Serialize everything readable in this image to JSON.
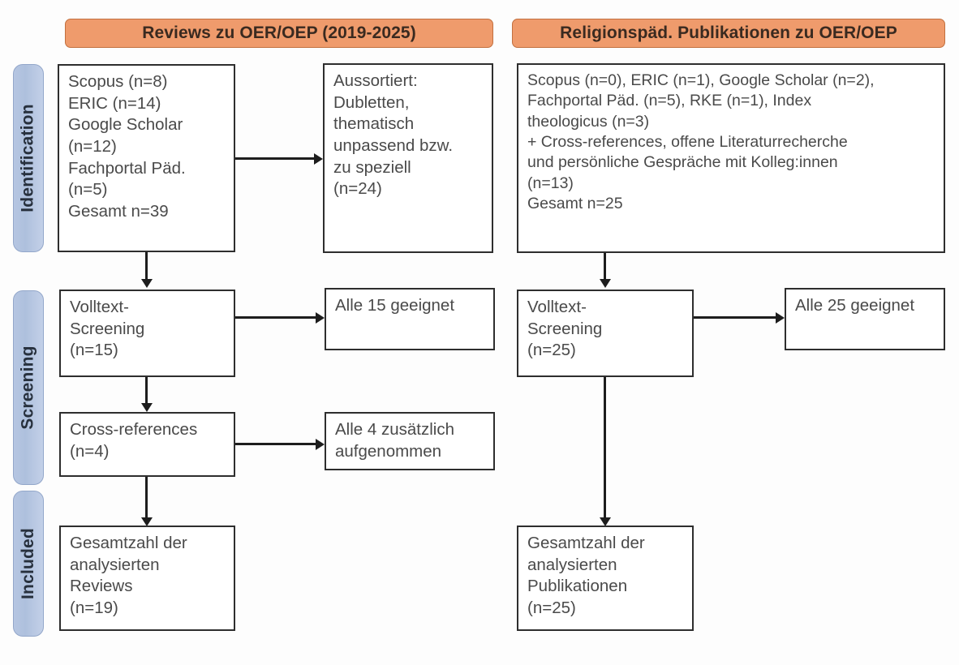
{
  "figure": {
    "type": "prisma-flow-diagram",
    "language": "de"
  },
  "phases": [
    {
      "id": "identification",
      "label": "Identification"
    },
    {
      "id": "screening",
      "label": "Screening"
    },
    {
      "id": "included",
      "label": "Included"
    }
  ],
  "columns": [
    {
      "id": "reviews",
      "header": "Reviews zu OER/OEP (2019-2025)"
    },
    {
      "id": "religionspaed",
      "header": "Religionspäd. Publikationen zu OER/OEP"
    }
  ],
  "boxes": {
    "left_identification_sources": "Scopus (n=8)\nERIC (n=14)\nGoogle Scholar\n(n=12)\nFachportal Päd.\n(n=5)\nGesamt n=39",
    "left_excluded": "Aussortiert:\nDubletten,\nthematisch\nunpassend bzw.\nzu speziell\n(n=24)",
    "left_fulltext_screening": "Volltext-\nScreening\n(n=15)",
    "left_fulltext_result": "Alle 15 geeignet",
    "left_cross_references": "Cross-references\n(n=4)",
    "left_cross_references_result": "Alle 4 zusätzlich\naufgenommen",
    "left_included_total": "Gesamtzahl der\nanalysierten\nReviews\n(n=19)",
    "right_identification_sources": "Scopus (n=0), ERIC (n=1), Google Scholar (n=2),\nFachportal Päd. (n=5), RKE (n=1), Index\ntheologicus (n=3)\n+ Cross-references, offene Literaturrecherche\nund persönliche Gespräche mit Kolleg:innen\n(n=13)\nGesamt n=25",
    "right_fulltext_screening": "Volltext-\nScreening\n(n=25)",
    "right_fulltext_result": "Alle 25 geeignet",
    "right_included_total": "Gesamtzahl der\nanalysierten\nPublikationen\n(n=25)"
  },
  "counts": {
    "left_scopus": 8,
    "left_eric": 14,
    "left_google_scholar": 12,
    "left_fachportal": 5,
    "left_total_identified": 39,
    "left_excluded": 24,
    "left_fulltext_screened": 15,
    "left_fulltext_eligible": 15,
    "left_cross_references": 4,
    "left_cross_references_added": 4,
    "left_included": 19,
    "right_scopus": 0,
    "right_eric": 1,
    "right_google_scholar": 2,
    "right_fachportal": 5,
    "right_rke": 1,
    "right_index_theologicus": 3,
    "right_other_sources": 13,
    "right_total_identified": 25,
    "right_fulltext_screened": 25,
    "right_fulltext_eligible": 25,
    "right_included": 25
  },
  "colors": {
    "header_fill": "#ef9b6c",
    "header_border": "#c2703f",
    "phase_fill": "#aec0dd",
    "phase_border": "#93a7ca",
    "box_border": "#2e2e2e",
    "box_fill": "#ffffff",
    "text": "#4a4a4a",
    "connector": "#1d1d1d"
  }
}
